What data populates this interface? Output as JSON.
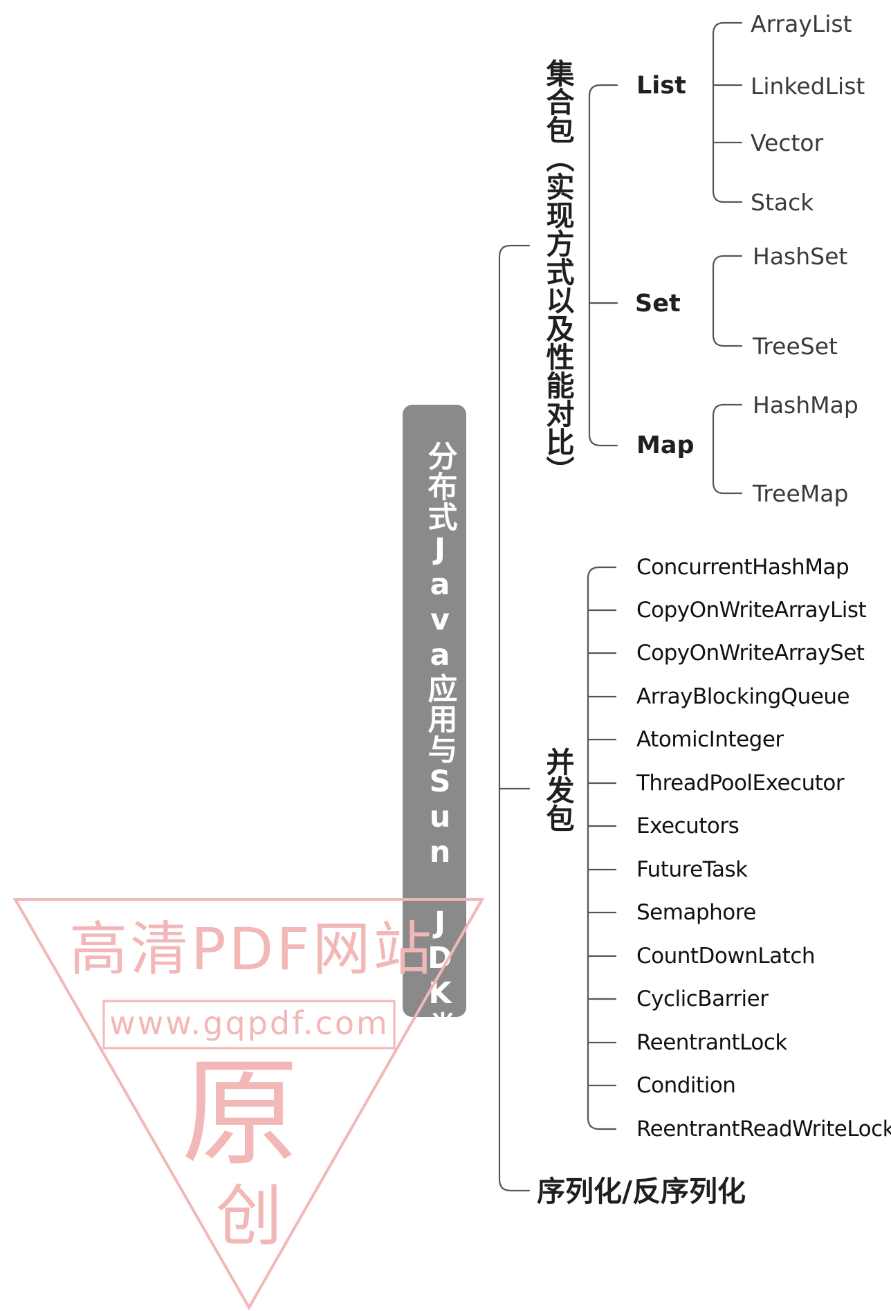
{
  "root": {
    "label": "分布式Java应用与Sun JDK类库"
  },
  "collections": {
    "label": "集合包（实现方式以及性能对比）",
    "list": {
      "label": "List",
      "items": [
        "ArrayList",
        "LinkedList",
        "Vector",
        "Stack"
      ]
    },
    "set": {
      "label": "Set",
      "items": [
        "HashSet",
        "TreeSet"
      ]
    },
    "map": {
      "label": "Map",
      "items": [
        "HashMap",
        "TreeMap"
      ]
    }
  },
  "concurrent": {
    "label": "并发包",
    "items": [
      "ConcurrentHashMap",
      "CopyOnWriteArrayList",
      "CopyOnWriteArraySet",
      "ArrayBlockingQueue",
      "AtomicInteger",
      "ThreadPoolExecutor",
      "Executors",
      "FutureTask",
      "Semaphore",
      "CountDownLatch",
      "CyclicBarrier",
      "ReentrantLock",
      "Condition",
      "ReentrantReadWriteLock"
    ]
  },
  "serialization": {
    "label": "序列化/反序列化"
  },
  "watermark": {
    "line1": "高清PDF网站",
    "line2": "www.gqpdf.com",
    "line3": "原",
    "line4": "创"
  },
  "colors": {
    "root_bg": "#8a8a8a",
    "line": "#555555",
    "watermark": "#f2b7b7"
  }
}
